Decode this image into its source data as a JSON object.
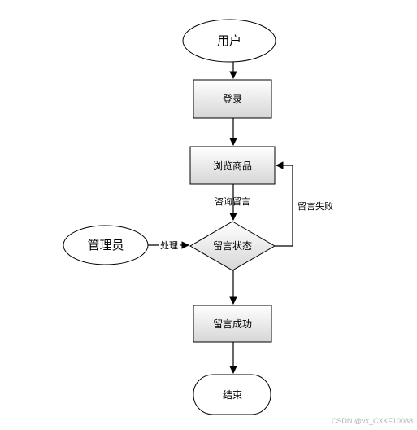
{
  "diagram": {
    "nodes": {
      "user": "用户",
      "login": "登录",
      "browse": "浏览商品",
      "status": "留言状态",
      "admin": "管理员",
      "success": "留言成功",
      "end": "结束"
    },
    "edges": {
      "consult": "咨询留言",
      "fail": "留言失败",
      "handle": "处理"
    }
  },
  "watermark": "CSDN @vx_CXKF10088",
  "colors": {
    "box_fill_top": "#ffffff",
    "box_fill_bottom": "#d9d9d9",
    "stroke": "#000000"
  }
}
